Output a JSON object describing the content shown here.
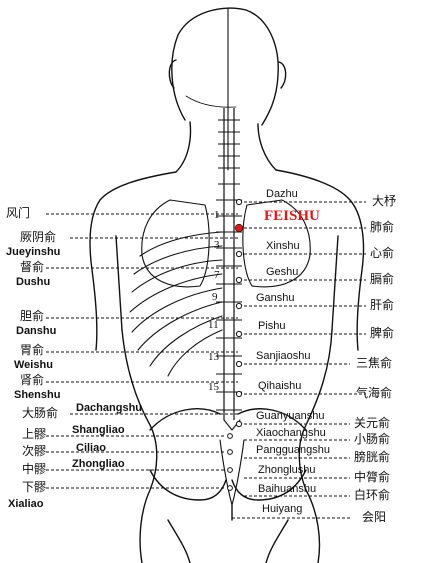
{
  "highlight": {
    "label": "FEISHU",
    "color": "#e01818"
  },
  "left_labels": [
    {
      "key": "fengmen_cn",
      "text": "风门"
    },
    {
      "key": "jueyinshu_cn",
      "text": "厥阴俞"
    },
    {
      "key": "jueyinshu",
      "text": "Jueyinshu"
    },
    {
      "key": "dushu_cn",
      "text": "督俞"
    },
    {
      "key": "dushu",
      "text": "Dushu"
    },
    {
      "key": "danshu_cn",
      "text": "胆俞"
    },
    {
      "key": "danshu",
      "text": "Danshu"
    },
    {
      "key": "weishu_cn",
      "text": "胃俞"
    },
    {
      "key": "weishu",
      "text": "Weishu"
    },
    {
      "key": "shenshu_cn",
      "text": "肾俞"
    },
    {
      "key": "shenshu",
      "text": "Shenshu"
    },
    {
      "key": "dachangshu_cn",
      "text": "大肠俞"
    },
    {
      "key": "shangliao_cn",
      "text": "上髎"
    },
    {
      "key": "ciliao_cn",
      "text": "次髎"
    },
    {
      "key": "zhongliao_cn",
      "text": "中髎"
    },
    {
      "key": "xialiao_cn",
      "text": "下髎"
    },
    {
      "key": "xialiao",
      "text": "Xialiao"
    }
  ],
  "inner_labels": [
    {
      "key": "dachangshu",
      "text": "Dachangshu"
    },
    {
      "key": "shangliao",
      "text": "Shangliao"
    },
    {
      "key": "ciliao",
      "text": "Ciliao"
    },
    {
      "key": "zhongliao",
      "text": "Zhongliao"
    }
  ],
  "right_labels": [
    {
      "key": "dazhu",
      "text": "Dazhu"
    },
    {
      "key": "xinshu",
      "text": "Xinshu"
    },
    {
      "key": "geshu",
      "text": "Geshu"
    },
    {
      "key": "ganshu",
      "text": "Ganshu"
    },
    {
      "key": "pishu",
      "text": "Pishu"
    },
    {
      "key": "sanjiaoshu",
      "text": "Sanjiaoshu"
    },
    {
      "key": "qihaishu",
      "text": "Qihaishu"
    },
    {
      "key": "guanyuanshu",
      "text": "Guanyuanshu"
    },
    {
      "key": "xiaochangshu",
      "text": "Xiaochangshu"
    },
    {
      "key": "pangguangshu",
      "text": "Pangguangshu"
    },
    {
      "key": "zhonglushu",
      "text": "Zhonglushu"
    },
    {
      "key": "baihuanshu",
      "text": "Baihuanshu"
    },
    {
      "key": "huiyang",
      "text": "Huiyang"
    }
  ],
  "right_cn_labels": [
    {
      "key": "dazhu_cn",
      "text": "大杼"
    },
    {
      "key": "feishu_cn",
      "text": "肺俞"
    },
    {
      "key": "xinshu_cn",
      "text": "心俞"
    },
    {
      "key": "geshu_cn",
      "text": "膈俞"
    },
    {
      "key": "ganshu_cn",
      "text": "肝俞"
    },
    {
      "key": "pishu_cn",
      "text": "脾俞"
    },
    {
      "key": "sanjiaoshu_cn",
      "text": "三焦俞"
    },
    {
      "key": "qihaishu_cn",
      "text": "气海俞"
    },
    {
      "key": "guanyuanshu_cn",
      "text": "关元俞"
    },
    {
      "key": "xiaochangshu_cn",
      "text": "小肠俞"
    },
    {
      "key": "pangguangshu_cn",
      "text": "膀胱俞"
    },
    {
      "key": "zhonglushu_cn",
      "text": "中膂俞"
    },
    {
      "key": "baihuanshu_cn",
      "text": "白环俞"
    },
    {
      "key": "huiyang_cn",
      "text": "会阳"
    }
  ],
  "vertebra_numbers": [
    {
      "key": "v1",
      "text": "1"
    },
    {
      "key": "v3",
      "text": "3"
    },
    {
      "key": "v7",
      "text": "7"
    },
    {
      "key": "v9",
      "text": "9"
    },
    {
      "key": "v11",
      "text": "11"
    },
    {
      "key": "v13",
      "text": "13"
    },
    {
      "key": "v15",
      "text": "15"
    }
  ]
}
